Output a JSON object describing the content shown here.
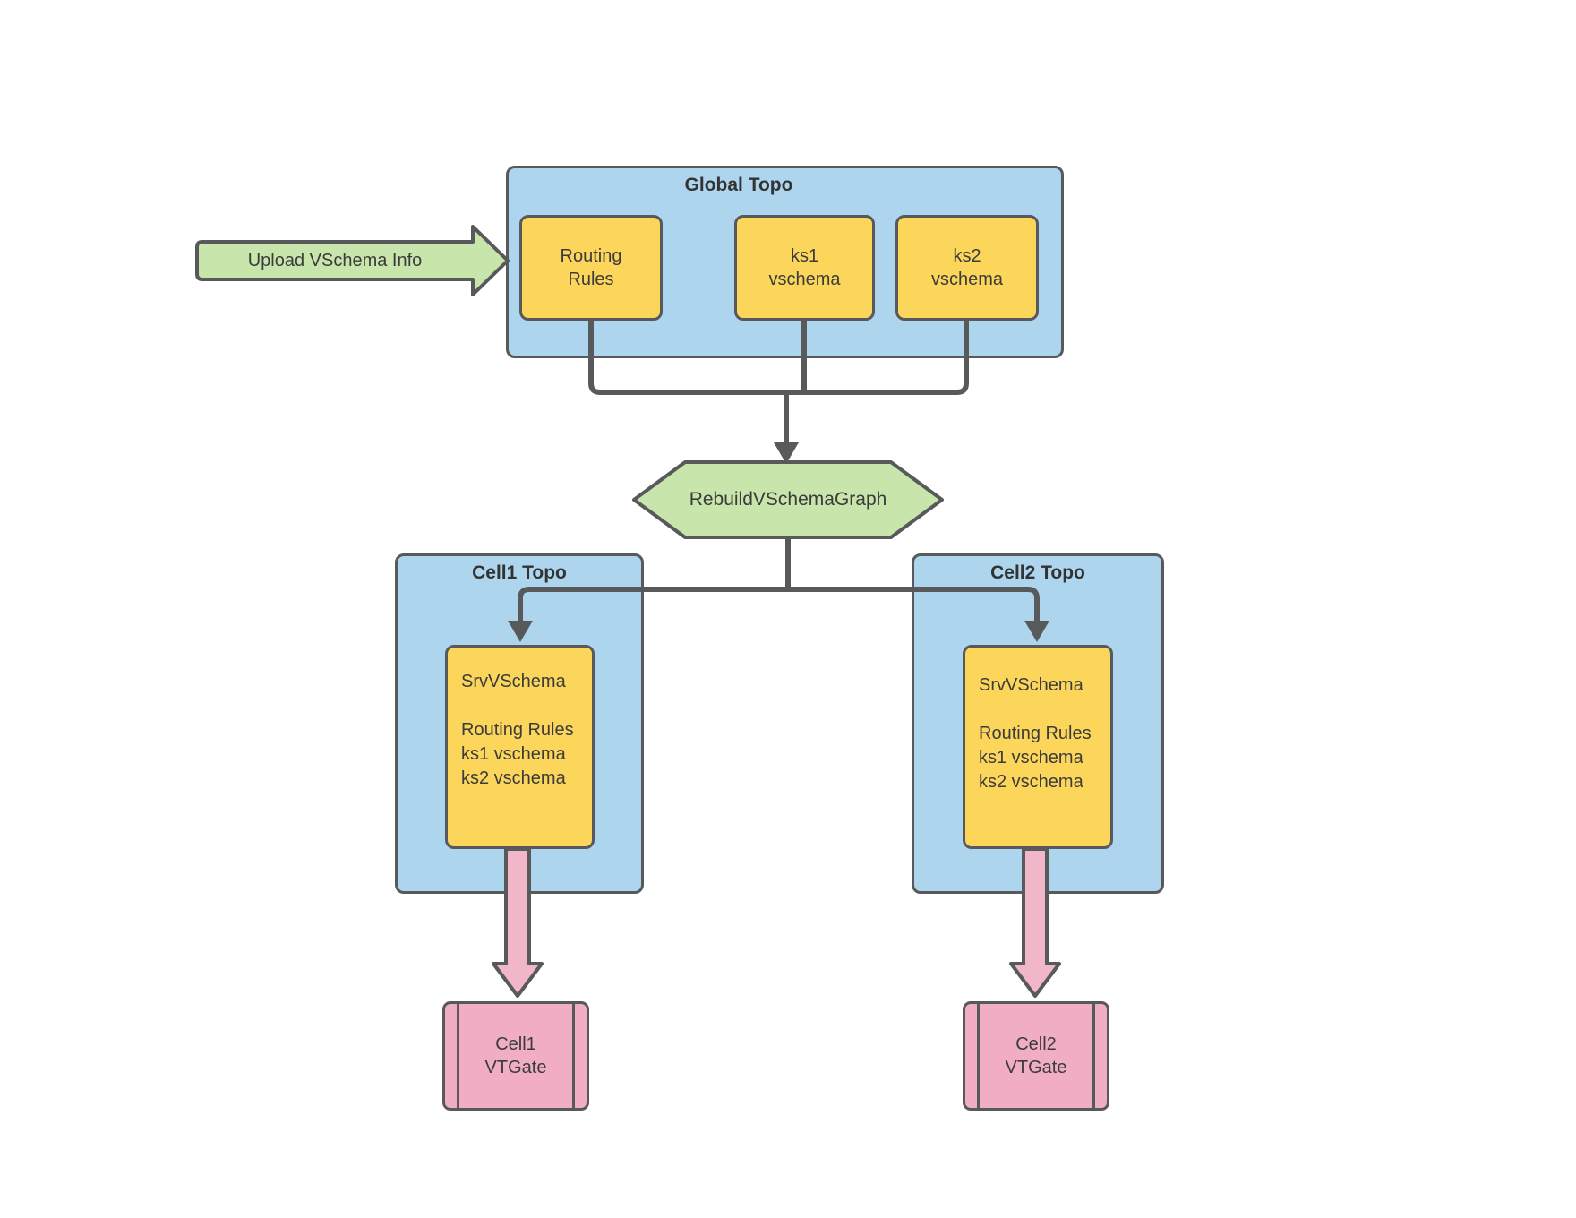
{
  "upload": {
    "label": "Upload VSchema Info"
  },
  "global_topo": {
    "title": "Global Topo",
    "routing_rules_label": "Routing\nRules",
    "ks1_label": "ks1\nvschema",
    "ks2_label": "ks2\nvschema"
  },
  "rebuild": {
    "label": "RebuildVSchemaGraph"
  },
  "cell1": {
    "title": "Cell1 Topo",
    "srv_vschema_text": "SrvVSchema\n\nRouting Rules\nks1 vschema\nks2 vschema",
    "vtgate_label": "Cell1\nVTGate"
  },
  "cell2": {
    "title": "Cell2 Topo",
    "srv_vschema_text": "SrvVSchema\n\nRouting Rules\nks1 vschema\nks2 vschema",
    "vtgate_label": "Cell2\nVTGate"
  },
  "colors": {
    "container_fill": "#AED5EE",
    "node_fill": "#FCD65B",
    "accent_green": "#C8E6AC",
    "accent_pink": "#F2B6C9",
    "vtgate_fill": "#F0ADC3",
    "line": "#58595B"
  }
}
